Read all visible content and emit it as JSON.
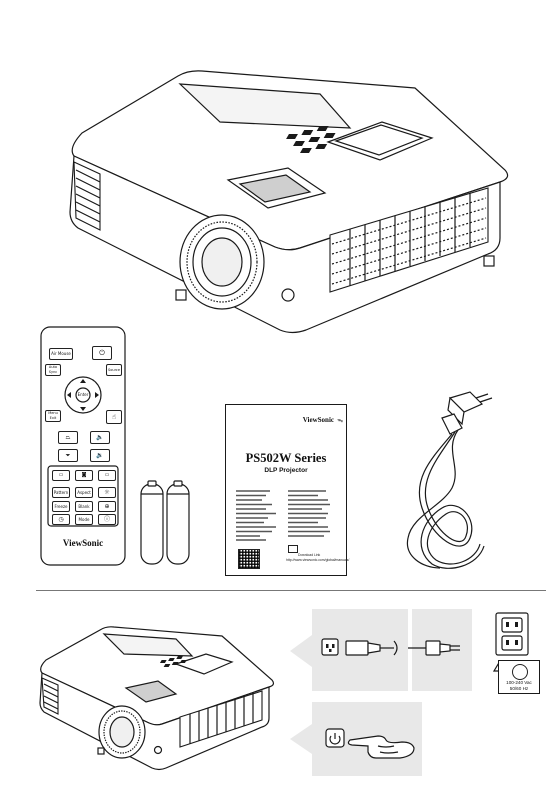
{
  "remote": {
    "brand": "ViewSonic",
    "buttons": {
      "air_mouse": "Air Mouse",
      "enter": "Enter",
      "auto_sync": "Auto Sync",
      "source": "Source",
      "menu_exit": "Menu Exit",
      "pattern": "Pattern",
      "aspect": "Aspect",
      "freeze": "Freeze",
      "blank": "Blank",
      "mode": "Mode"
    }
  },
  "booklet": {
    "brand": "ViewSonic",
    "title": "PS502W Series",
    "subtitle": "DLP Projector",
    "download_label": "Download Link",
    "download_url": "http://www.viewsonic.com/global/manuals/"
  },
  "power_label": {
    "voltage": "100-240 Vac",
    "frequency": "50/60 Hz"
  },
  "colors": {
    "ink": "#1a1a1a",
    "panel": "#e8e8e8",
    "divider": "#777777"
  }
}
